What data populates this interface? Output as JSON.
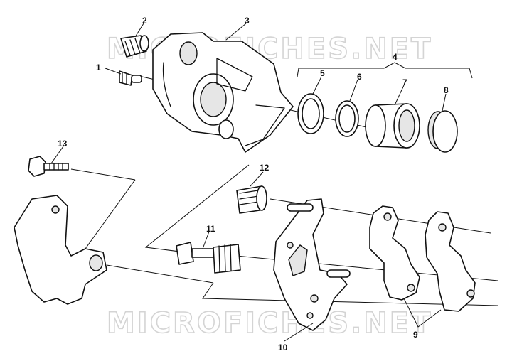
{
  "watermark_text": "MICROFICHES.NET",
  "callouts": {
    "c1": "1",
    "c2": "2",
    "c3": "3",
    "c4": "4",
    "c5": "5",
    "c6": "6",
    "c7": "7",
    "c8": "8",
    "c9": "9",
    "c10": "10",
    "c11": "11",
    "c12": "12",
    "c13": "13"
  }
}
